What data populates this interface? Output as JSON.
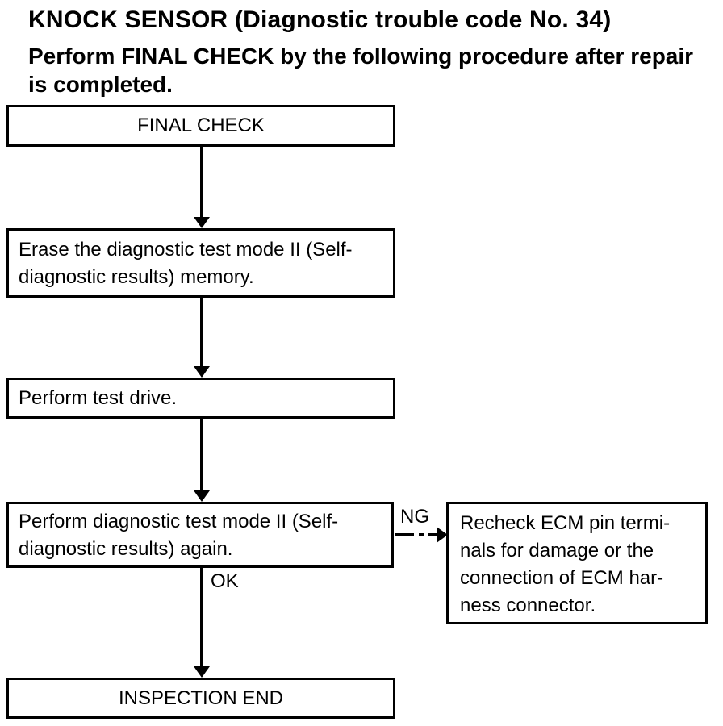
{
  "document": {
    "title": "KNOCK SENSOR (Diagnostic trouble code No. 34)",
    "subtitle": "Perform FINAL CHECK by the following procedure after repair\nis completed."
  },
  "flowchart": {
    "nodes": {
      "final_check": "FINAL CHECK",
      "erase_memory": "Erase the diagnostic test mode II (Self-\ndiagnostic results) memory.",
      "test_drive": "Perform test drive.",
      "retest": "Perform diagnostic test mode II (Self-\ndiagnostic results) again.",
      "recheck_ecm": "Recheck ECM pin termi-\nnals for damage or the\nconnection of ECM har-\nness connector.",
      "inspection_end": "INSPECTION END"
    },
    "edge_labels": {
      "ok": "OK",
      "ng": "NG"
    }
  },
  "colors": {
    "ink": "#000000",
    "paper": "#ffffff"
  }
}
